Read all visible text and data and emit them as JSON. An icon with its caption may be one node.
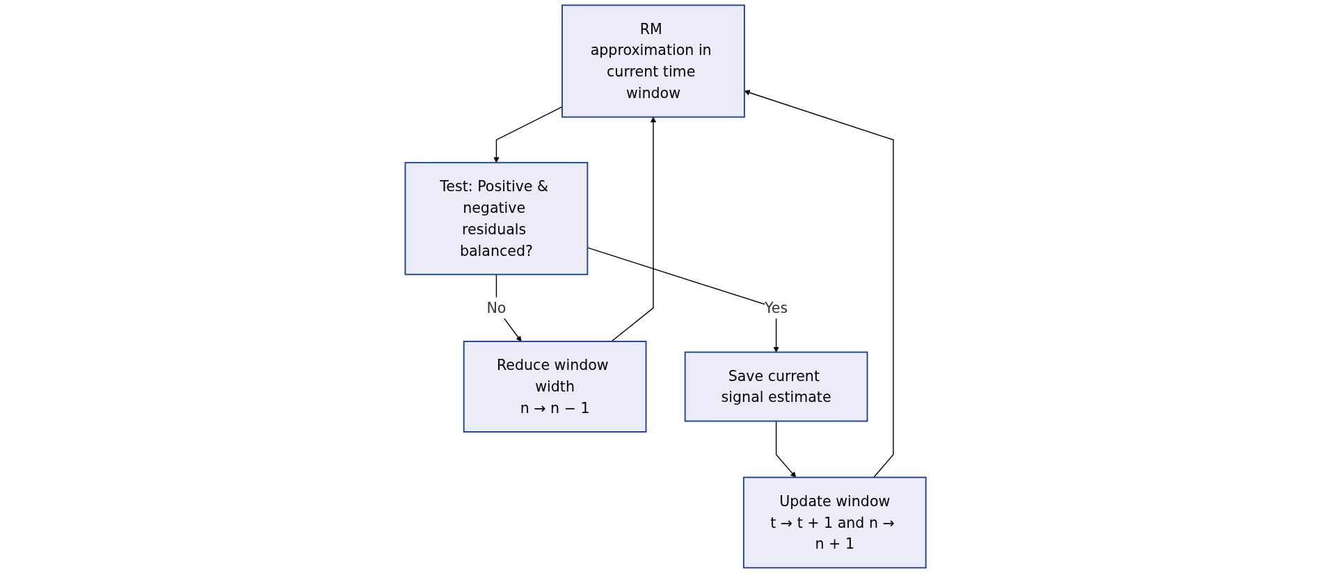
{
  "diagram": {
    "nodes": [
      {
        "text": [
          "RM approximation in current time window"
        ]
      },
      {
        "text": [
          "Test: Positive & negative residuals balanced?"
        ]
      },
      {
        "text": [
          "Reduce window width",
          "n → n − 1"
        ]
      },
      {
        "text": [
          "Save current signal estimate"
        ]
      },
      {
        "text": [
          "Update window",
          "t → t + 1 and n → n + 1"
        ]
      }
    ],
    "edges": [
      {
        "from": 0,
        "to": 1,
        "arrow": "to"
      },
      {
        "from": 1,
        "to": 2,
        "arrow": "to",
        "label": "No"
      },
      {
        "from": 1,
        "to": 3,
        "arrow": "to",
        "label": "Yes"
      },
      {
        "from": 3,
        "to": 4,
        "arrow": "to"
      },
      {
        "from": 2,
        "to": 0,
        "arrow": "to"
      },
      {
        "from": 4,
        "to": 0,
        "arrow": "to"
      }
    ]
  }
}
